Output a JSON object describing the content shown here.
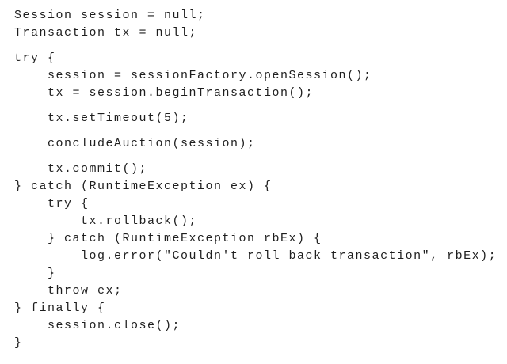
{
  "code": {
    "lines": [
      "Session session = null;",
      "Transaction tx = null;",
      "",
      "try {",
      "    session = sessionFactory.openSession();",
      "    tx = session.beginTransaction();",
      "",
      "    tx.setTimeout(5);",
      "",
      "    concludeAuction(session);",
      "",
      "    tx.commit();",
      "} catch (RuntimeException ex) {",
      "    try {",
      "        tx.rollback();",
      "    } catch (RuntimeException rbEx) {",
      "        log.error(\"Couldn't roll back transaction\", rbEx);",
      "    }",
      "    throw ex;",
      "} finally {",
      "    session.close();",
      "}"
    ]
  }
}
